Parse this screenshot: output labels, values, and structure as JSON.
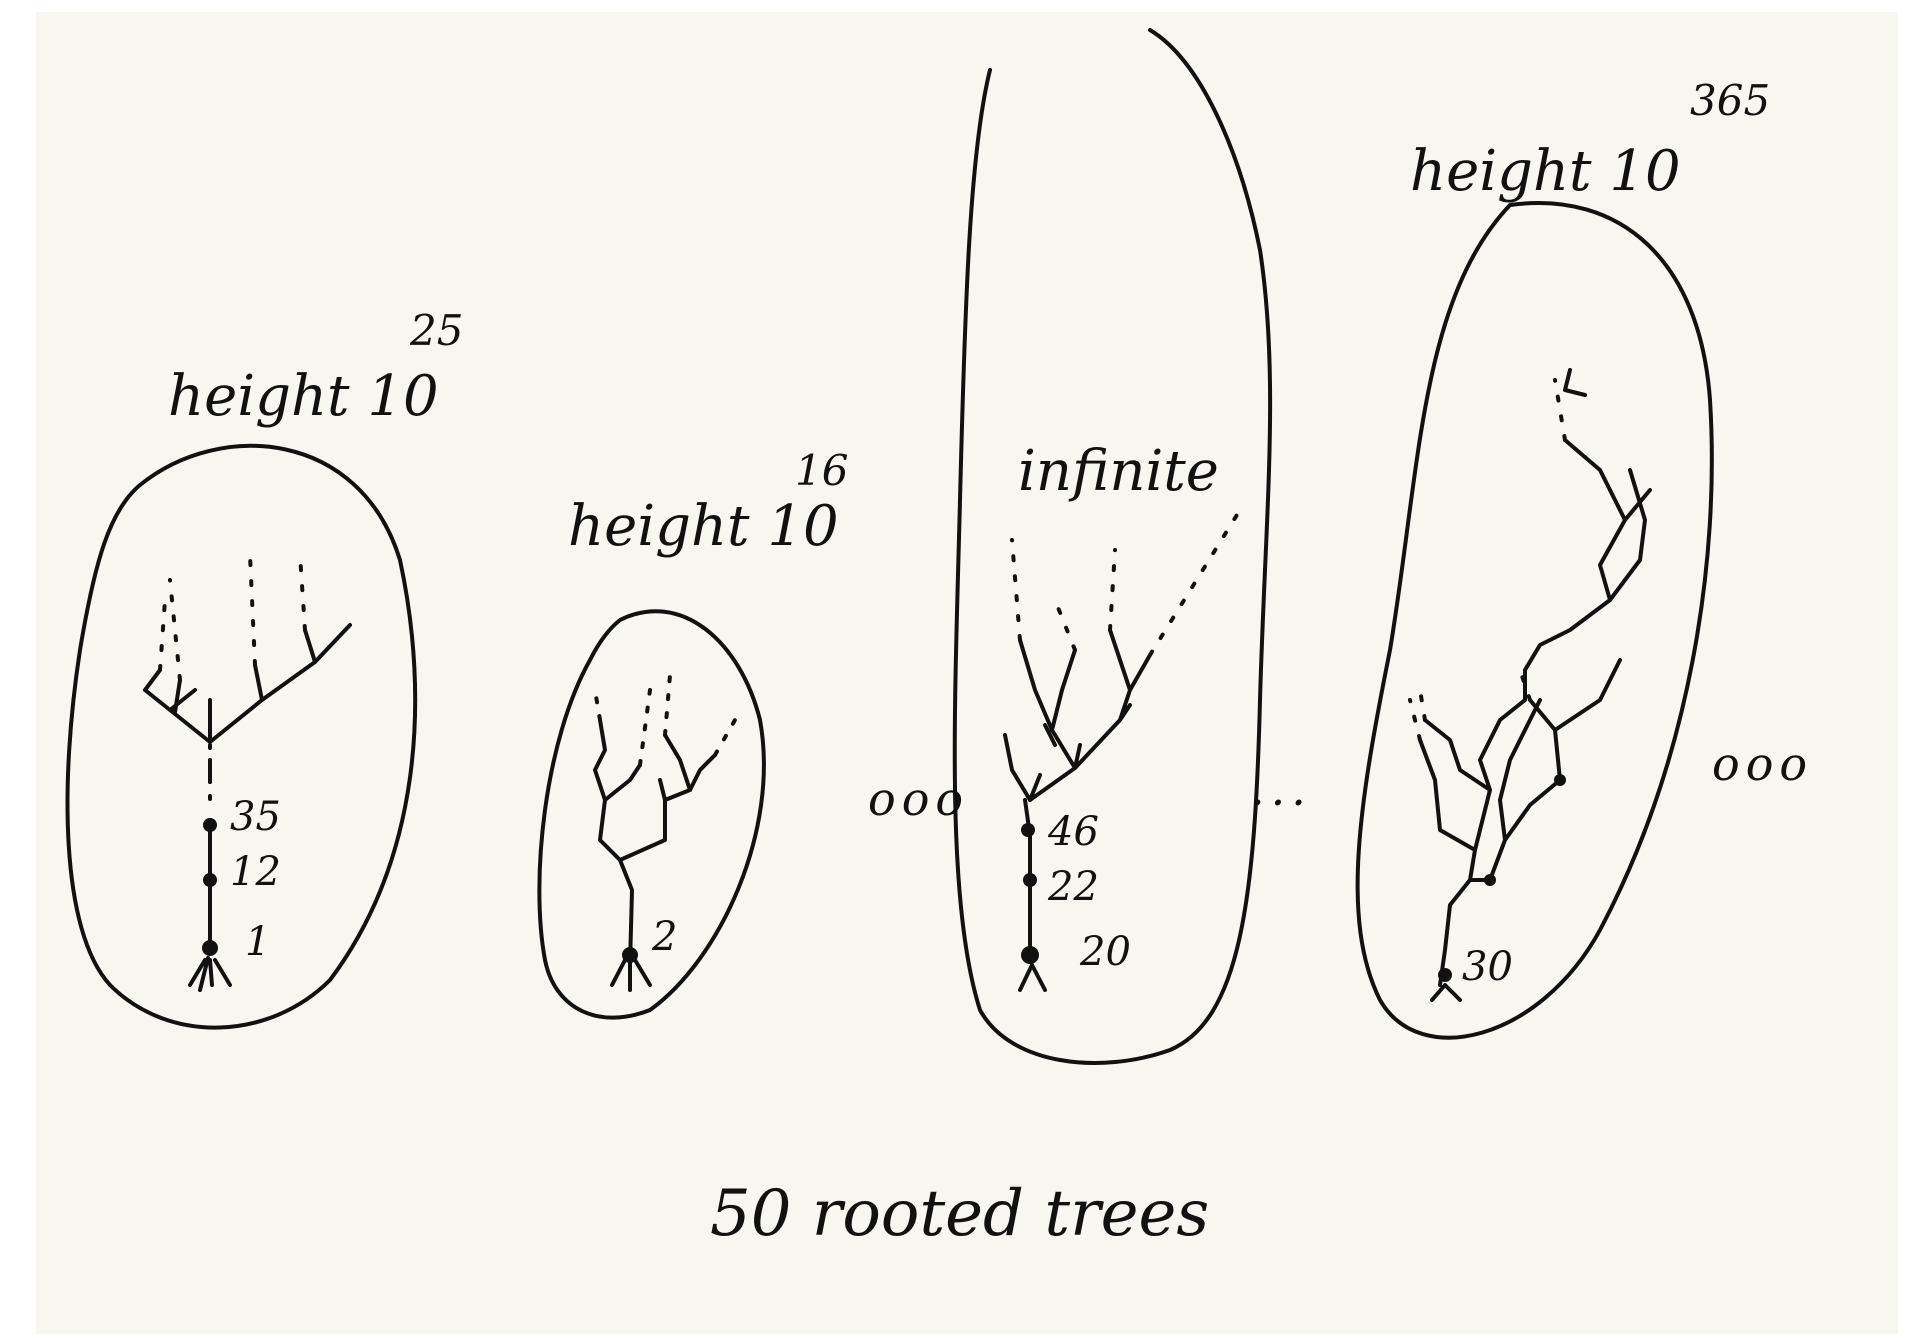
{
  "trees": [
    {
      "height_label": "height 10",
      "exponent": "25",
      "node_numbers": [
        "35",
        "12",
        "1"
      ]
    },
    {
      "height_label": "height 10",
      "exponent": "16",
      "node_numbers": [
        "2"
      ]
    },
    {
      "height_label": "infinite",
      "exponent": "",
      "node_numbers": [
        "46",
        "22",
        "20"
      ]
    },
    {
      "height_label": "height 10",
      "exponent": "365",
      "node_numbers": [
        "30"
      ]
    }
  ],
  "ellipses": [
    "ooo",
    "...",
    "ooo"
  ],
  "caption": "50 rooted trees",
  "ink_color": "#111111",
  "paper_color": "#f8f6f1"
}
